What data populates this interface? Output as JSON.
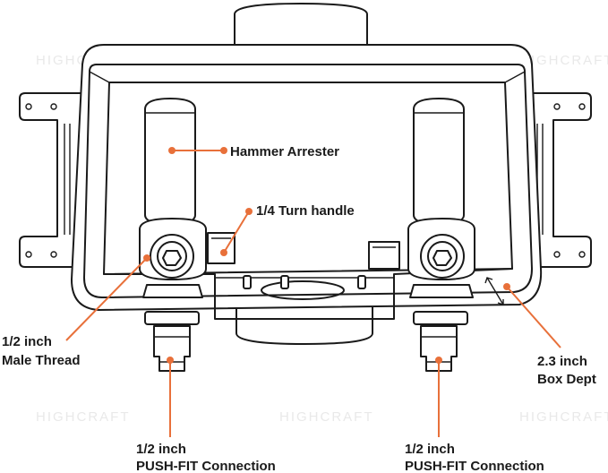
{
  "colors": {
    "accent": "#e8703a",
    "line": "#1a1a1a",
    "watermark": "#e9e9e9"
  },
  "watermark": {
    "text": "HIGHCRAFT"
  },
  "labels": {
    "hammer_arrester": "Hammer Arrester",
    "turn_handle": "1/4 Turn handle",
    "male_thread_1": "1/2 inch",
    "male_thread_2": "Male Thread",
    "box_depth_1": "2.3 inch",
    "box_depth_2": "Box Dept",
    "pushfit_left_1": "1/2 inch",
    "pushfit_left_2": "PUSH-FIT Connection",
    "pushfit_right_1": "1/2 inch",
    "pushfit_right_2": "PUSH-FIT Connection"
  }
}
